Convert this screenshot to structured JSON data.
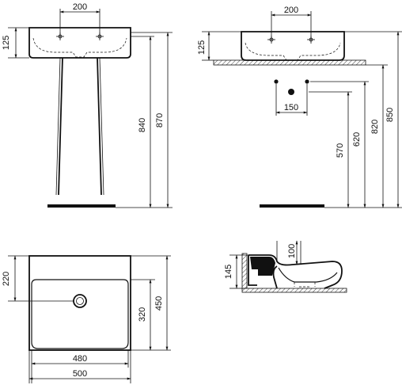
{
  "dims": {
    "front_tap_spacing": "200",
    "front_basin_height": "125",
    "front_pedestal_height": "840",
    "front_total_height": "870",
    "side_tap_spacing": "200",
    "side_basin_height": "125",
    "side_waste_spacing": "150",
    "side_waste_height": "570",
    "side_supply_height": "620",
    "side_rim_height": "820",
    "side_total_height": "850",
    "top_depth_inner": "220",
    "top_depth_bowl": "320",
    "top_depth_total": "450",
    "top_width_inner": "480",
    "top_width_total": "500",
    "section_overflow": "100",
    "section_height": "145"
  }
}
